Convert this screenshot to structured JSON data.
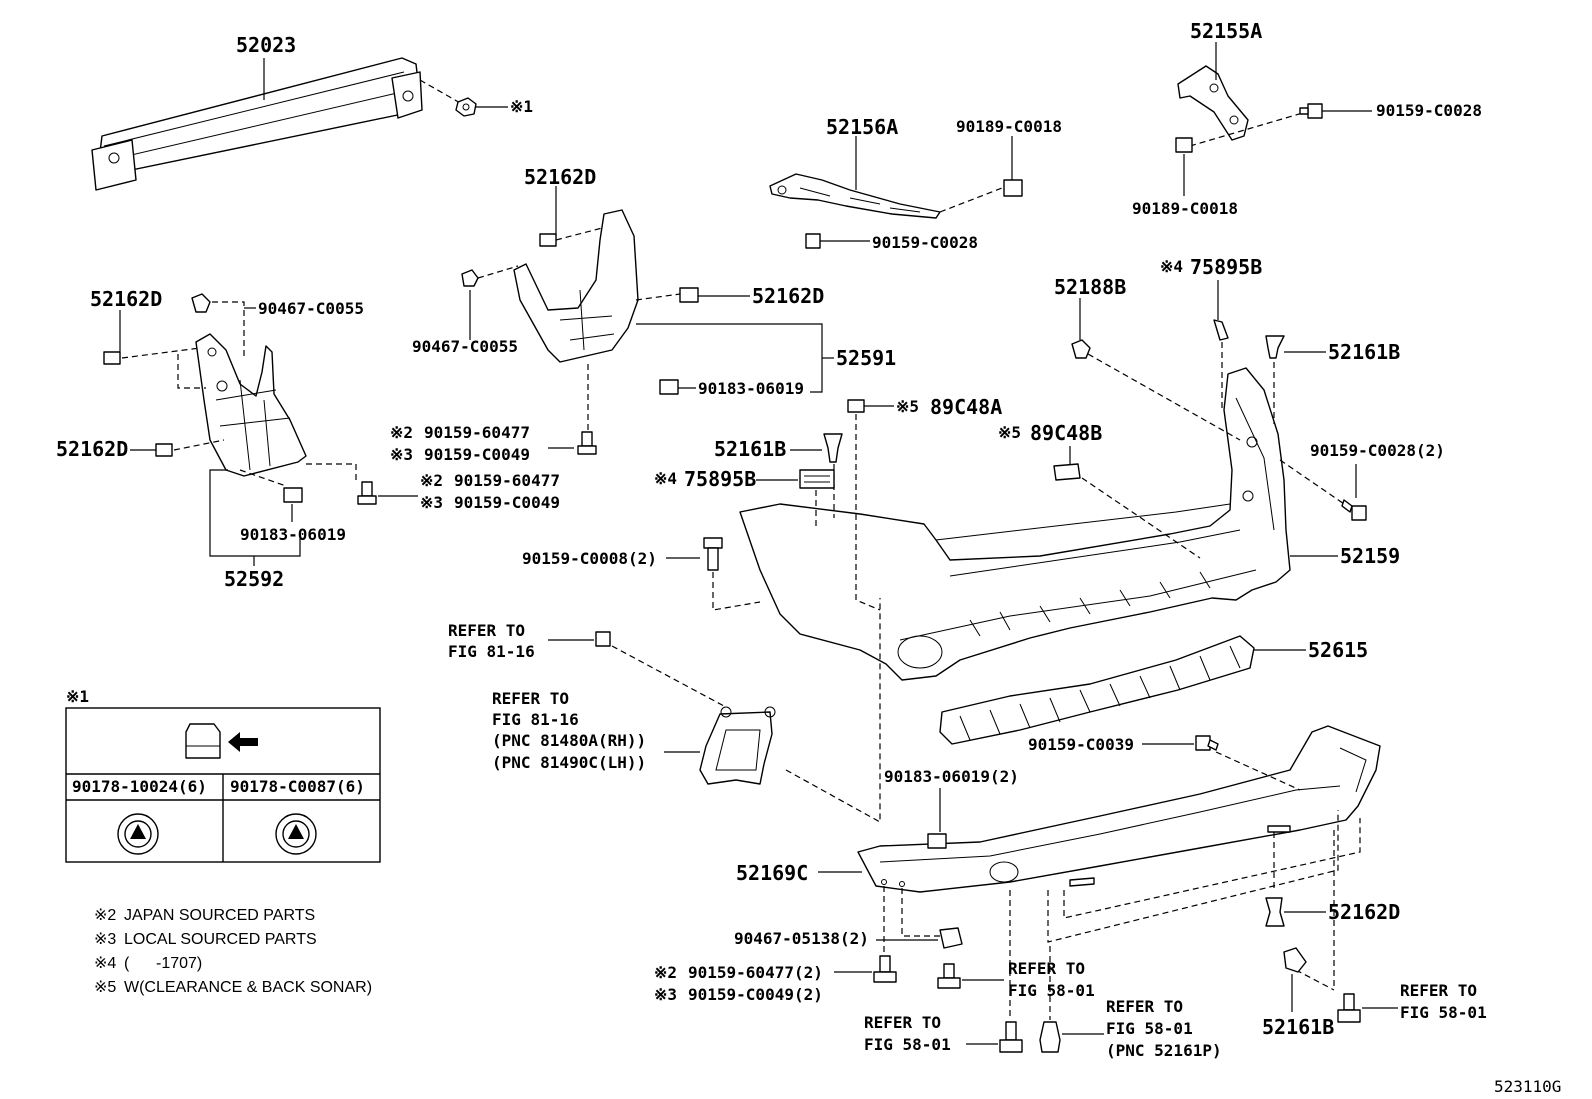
{
  "diagram_id": "523110G",
  "parts": {
    "p52023": "52023",
    "p52155A": "52155A",
    "p52156A": "52156A",
    "p90189_a": "90189-C0018",
    "p90189_b": "90189-C0018",
    "p90159_c0028_a": "90159-C0028",
    "p90159_c0028_b": "90159-C0028",
    "p52162D_top": "52162D",
    "p52162D_left": "52162D",
    "p52162D_mid": "52162D",
    "p52162D_lower": "52162D",
    "p52162D_bottom": "52162D",
    "p90467_c0055_a": "90467-C0055",
    "p90467_c0055_b": "90467-C0055",
    "p52591": "52591",
    "p52592": "52592",
    "p90183_a": "90183-06019",
    "p90183_b": "90183-06019",
    "p90183_2": "90183-06019(2)",
    "p52188B": "52188B",
    "p75895B_top": "75895B",
    "p75895B_mid": "75895B",
    "p52161B_top": "52161B",
    "p52161B_mid": "52161B",
    "p52161B_bottom": "52161B",
    "p89C48A": "89C48A",
    "p89C48B": "89C48B",
    "p90159_c0028_2": "90159-C0028(2)",
    "p52159": "52159",
    "p90159_c0008": "90159-C0008(2)",
    "p52615": "52615",
    "p90159_c0039": "90159-C0039",
    "p52169C": "52169C",
    "p90467_05138": "90467-05138(2)",
    "p90159_60477_a": "90159-60477",
    "p90159_c0049_a": "90159-C0049",
    "p90159_60477_b": "90159-60477",
    "p90159_c0049_b": "90159-C0049",
    "p90159_60477_2": "90159-60477(2)",
    "p90159_c0049_2": "90159-C0049(2)"
  },
  "marks": {
    "m1": "※1",
    "m2": "※2",
    "m3": "※3",
    "m4": "※4",
    "m5": "※5"
  },
  "refs": {
    "refer_to": "REFER TO",
    "fig_81_16": "FIG 81-16",
    "fig_58_01": "FIG 58-01",
    "pnc_81480a": "(PNC 81480A(RH))",
    "pnc_81490c": "(PNC 81490C(LH))",
    "pnc_52161p": "(PNC 52161P)"
  },
  "legend": {
    "mark": "※1",
    "col1": "90178-10024(6)",
    "col2": "90178-C0087(6)"
  },
  "notes": [
    {
      "mark": "※2",
      "text": "JAPAN SOURCED PARTS"
    },
    {
      "mark": "※3",
      "text": "LOCAL SOURCED PARTS"
    },
    {
      "mark": "※4",
      "text": "(      -1707)"
    },
    {
      "mark": "※5",
      "text": "W(CLEARANCE & BACK SONAR)"
    }
  ]
}
